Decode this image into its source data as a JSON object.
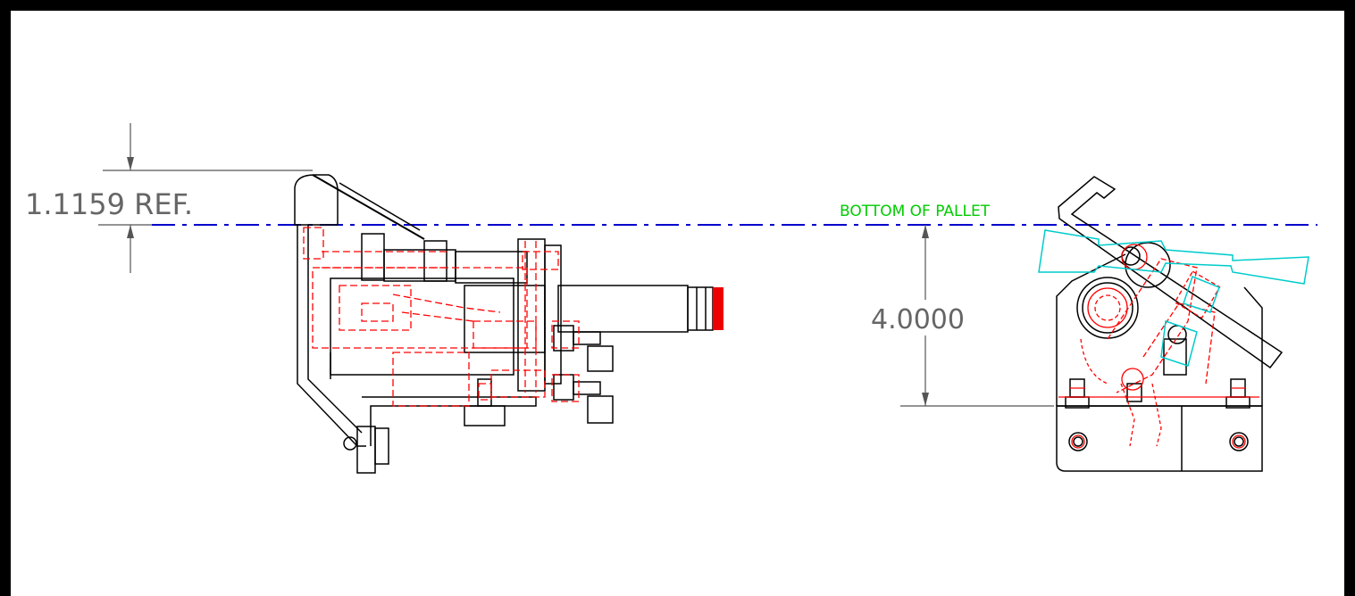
{
  "drawing": {
    "dim_left": "1.1159 REF.",
    "dim_right": "4.0000",
    "note": "BOTTOM OF PALLET"
  },
  "colors": {
    "background": "#000000",
    "sheet": "#ffffff",
    "outline": "#000000",
    "hidden": "#ff0000",
    "centerline": "#0000cc",
    "note": "#00cc00",
    "cyan": "#00cccc",
    "dimension": "#555555"
  }
}
